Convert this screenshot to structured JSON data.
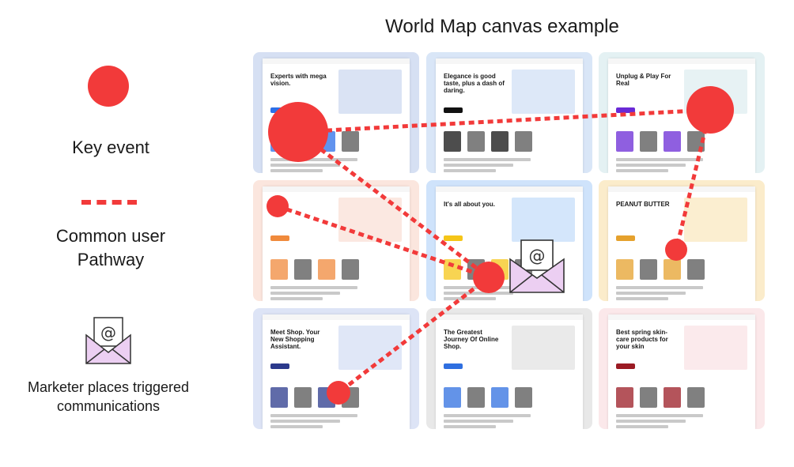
{
  "title": "World Map canvas example",
  "legend": {
    "key_event": "Key event",
    "pathway": "Common user Pathway",
    "marketer": "Marketer places triggered communications"
  },
  "colors": {
    "event": "#f23a3a",
    "envelope": "#eccff2",
    "envelope_stroke": "#333333"
  },
  "tiles": [
    {
      "row": 0,
      "col": 0,
      "bg": "#d6e0f3",
      "accent": "#2c6fe8",
      "headline": "Experts with mega vision."
    },
    {
      "row": 0,
      "col": 1,
      "bg": "#d9e6f7",
      "accent": "#111111",
      "headline": "Elegance is good taste, plus a dash of daring."
    },
    {
      "row": 0,
      "col": 2,
      "bg": "#e4f1f3",
      "accent": "#6a2ad6",
      "headline": "Unplug & Play For Real"
    },
    {
      "row": 1,
      "col": 0,
      "bg": "#fbe6de",
      "accent": "#f08a3c",
      "headline": ""
    },
    {
      "row": 1,
      "col": 1,
      "bg": "#cfe3fb",
      "accent": "#f5c518",
      "headline": "It's all about you."
    },
    {
      "row": 1,
      "col": 2,
      "bg": "#fbeccb",
      "accent": "#e5a12d",
      "headline": "PEANUT BUTTER"
    },
    {
      "row": 2,
      "col": 0,
      "bg": "#dde4f6",
      "accent": "#2b3a8c",
      "headline": "Meet Shop. Your New Shopping Assistant."
    },
    {
      "row": 2,
      "col": 1,
      "bg": "#e8e8e8",
      "accent": "#2f6fe0",
      "headline": "The Greatest Journey Of Online Shop."
    },
    {
      "row": 2,
      "col": 2,
      "bg": "#fbe8ea",
      "accent": "#9b1b24",
      "headline": "Best spring skin-care products for your skin"
    }
  ],
  "events": [
    {
      "id": "event-1",
      "size": "large"
    },
    {
      "id": "event-2",
      "size": "large"
    },
    {
      "id": "event-3",
      "size": "small"
    },
    {
      "id": "event-4",
      "size": "medium"
    },
    {
      "id": "event-5",
      "size": "small"
    },
    {
      "id": "event-6",
      "size": "small"
    }
  ]
}
